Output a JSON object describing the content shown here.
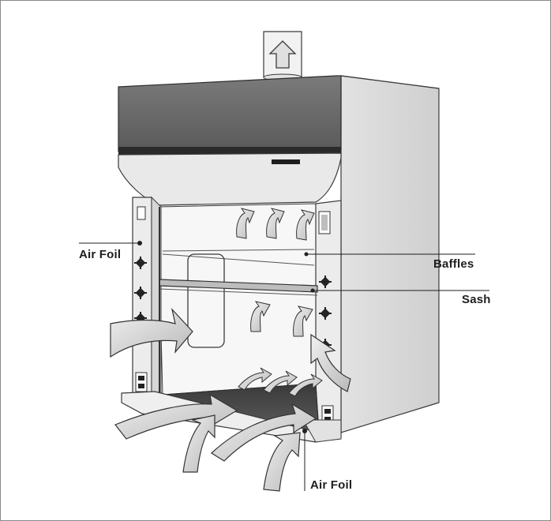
{
  "labels": {
    "air_foil_left": "Air Foil",
    "baffles": "Baffles",
    "sash": "Sash",
    "air_foil_bottom": "Air Foil"
  },
  "colors": {
    "hood_top": "#6b6b6b",
    "body": "#e8e8e8",
    "side_panel": "#dcdcdc",
    "interior_back": "#f6f6f6",
    "work_surface": "#4a4a4a",
    "arrow_fill": "#d4d4d4",
    "outline": "#3a3a3a"
  },
  "icons": [
    "exhaust-arrow-icon",
    "airflow-arrow-icon",
    "sash-handle-icon",
    "outlet-icon"
  ]
}
